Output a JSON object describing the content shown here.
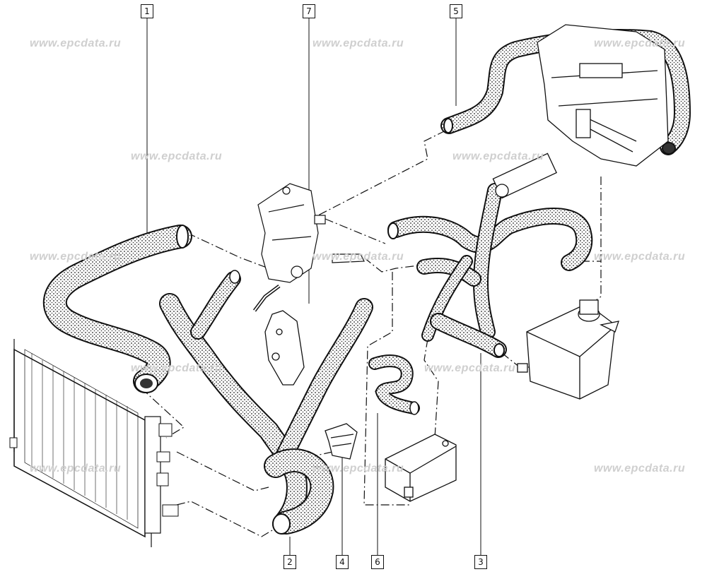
{
  "watermark": "www.epcdata.ru",
  "callouts": [
    {
      "id": "1",
      "label": "1"
    },
    {
      "id": "7",
      "label": "7"
    },
    {
      "id": "5",
      "label": "5"
    },
    {
      "id": "2",
      "label": "2"
    },
    {
      "id": "4",
      "label": "4"
    },
    {
      "id": "6",
      "label": "6"
    },
    {
      "id": "3",
      "label": "3"
    }
  ]
}
